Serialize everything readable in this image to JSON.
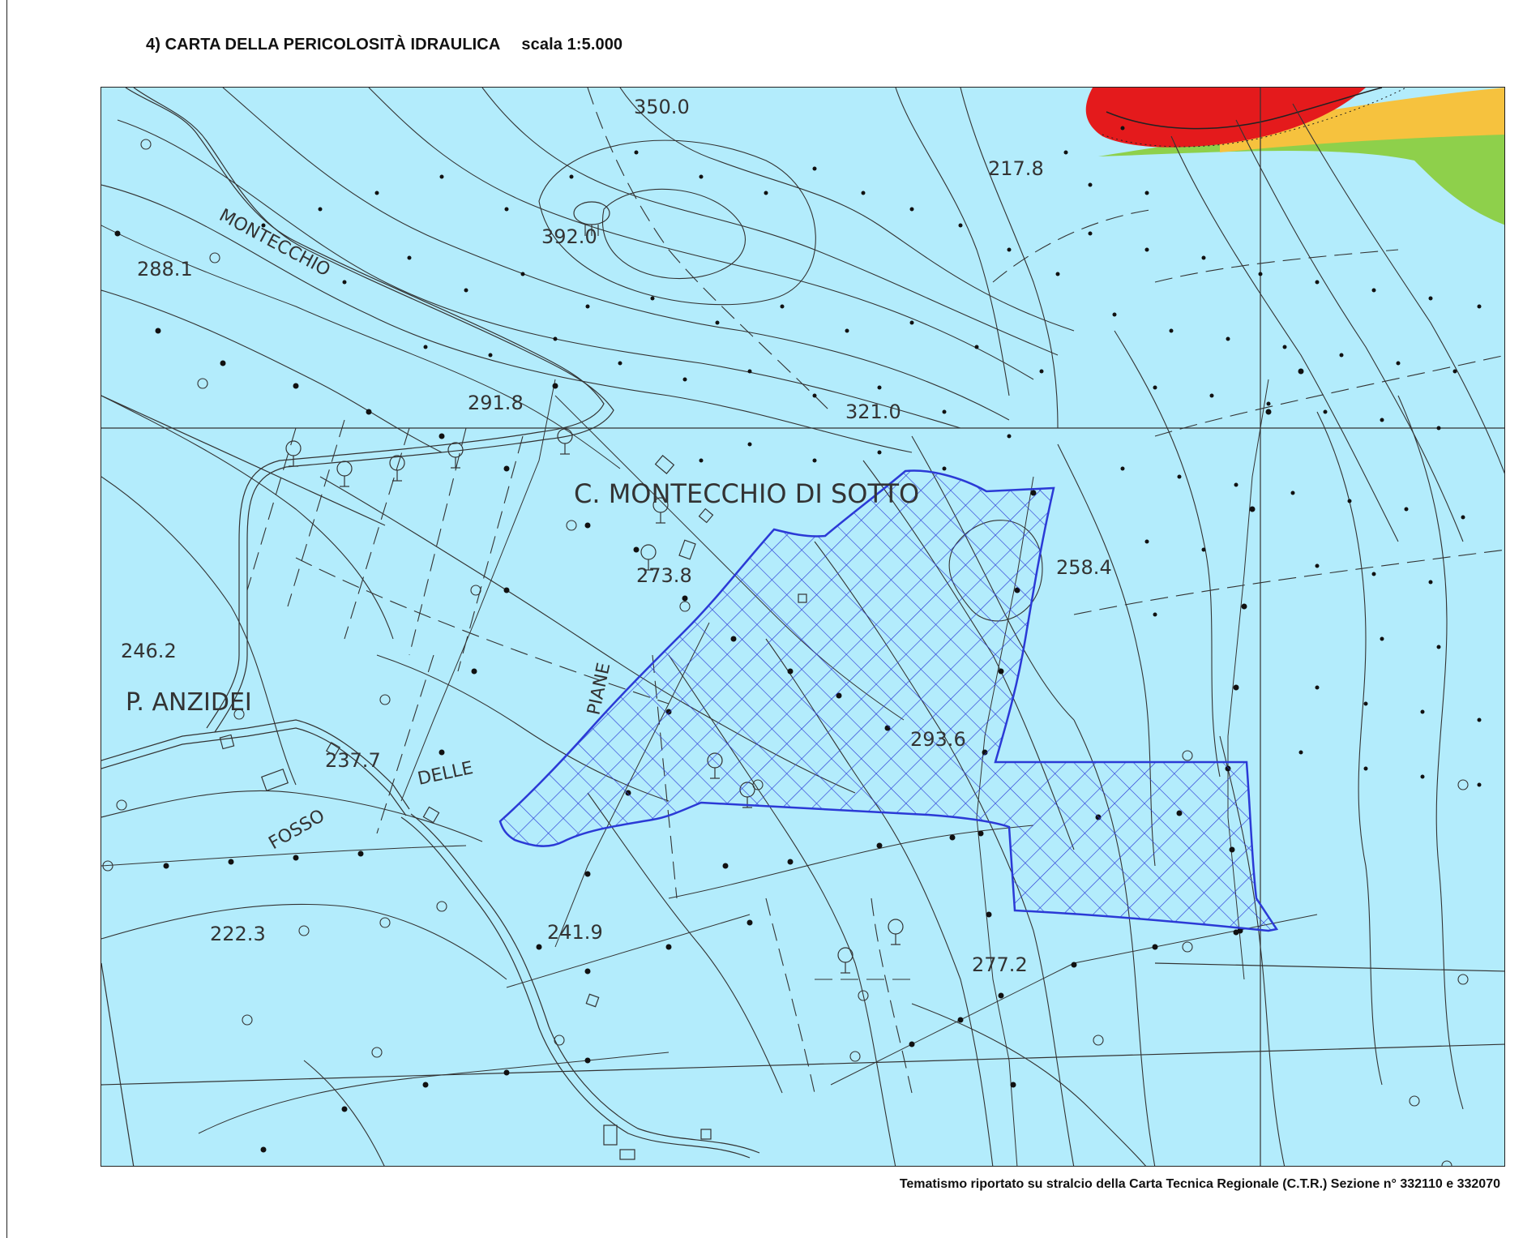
{
  "header": {
    "title": "4) CARTA DELLA PERICOLOSITÀ IDRAULICA",
    "scale": "scala 1:5.000"
  },
  "map": {
    "colors": {
      "background": "#b3ecfc",
      "hazard_high": "#e41a1c",
      "hazard_medium": "#f6c23e",
      "hazard_low": "#8ed04b",
      "study_area": "#2b3ad6"
    },
    "elevations": {
      "e350": "350.0",
      "e217": "217.8",
      "e392": "392.0",
      "e288": "288.1",
      "e291": "291.8",
      "e321": "321.0",
      "e273": "273.8",
      "e258": "258.4",
      "e246": "246.2",
      "e237": "237.7",
      "e293": "293.6",
      "e222": "222.3",
      "e241": "241.9",
      "e277": "277.2"
    },
    "toponyms": {
      "montecchio": "MONTECCHIO",
      "c_montecchio": "C. MONTECCHIO DI SOTTO",
      "anzidei": "P. ANZIDEI",
      "fosso": "FOSSO",
      "delle": "DELLE",
      "piane": "PIANE"
    }
  },
  "footer": {
    "caption": "Tematismo riportato su stralcio della Carta Tecnica Regionale (C.T.R.) Sezione n° 332110 e 332070"
  }
}
